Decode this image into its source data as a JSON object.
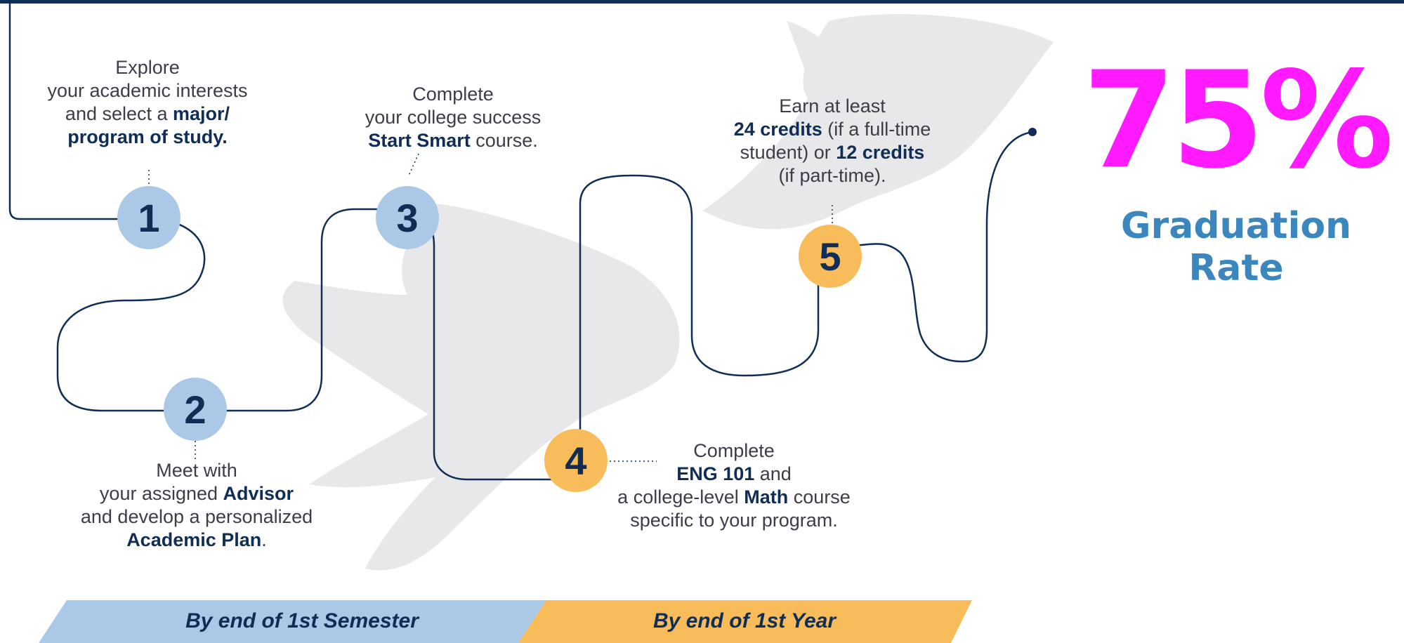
{
  "steps": [
    {
      "number": "1",
      "color": "#abc8e7",
      "lines": [
        {
          "parts": [
            {
              "t": "Explore",
              "b": false
            }
          ]
        },
        {
          "parts": [
            {
              "t": "your academic interests",
              "b": false
            }
          ]
        },
        {
          "parts": [
            {
              "t": "and select a ",
              "b": false
            },
            {
              "t": "major/",
              "b": true
            }
          ]
        },
        {
          "parts": [
            {
              "t": "program of study.",
              "b": true
            }
          ]
        }
      ]
    },
    {
      "number": "2",
      "color": "#abc8e7",
      "lines": [
        {
          "parts": [
            {
              "t": "Meet with",
              "b": false
            }
          ]
        },
        {
          "parts": [
            {
              "t": "your assigned ",
              "b": false
            },
            {
              "t": "Advisor",
              "b": true
            }
          ]
        },
        {
          "parts": [
            {
              "t": "and develop a personalized",
              "b": false
            }
          ]
        },
        {
          "parts": [
            {
              "t": "Academic Plan",
              "b": true
            },
            {
              "t": ".",
              "b": false
            }
          ]
        }
      ]
    },
    {
      "number": "3",
      "color": "#abc8e7",
      "lines": [
        {
          "parts": [
            {
              "t": "Complete",
              "b": false
            }
          ]
        },
        {
          "parts": [
            {
              "t": "your college success",
              "b": false
            }
          ]
        },
        {
          "parts": [
            {
              "t": "Start Smart",
              "b": true
            },
            {
              "t": " course.",
              "b": false
            }
          ]
        }
      ]
    },
    {
      "number": "4",
      "color": "#f8bd5a",
      "lines": [
        {
          "parts": [
            {
              "t": "Complete",
              "b": false
            }
          ]
        },
        {
          "parts": [
            {
              "t": "ENG 101",
              "b": true
            },
            {
              "t": " and",
              "b": false
            }
          ]
        },
        {
          "parts": [
            {
              "t": "a college-level ",
              "b": false
            },
            {
              "t": "Math",
              "b": true
            },
            {
              "t": " course",
              "b": false
            }
          ]
        },
        {
          "parts": [
            {
              "t": "specific to your program.",
              "b": false
            }
          ]
        }
      ]
    },
    {
      "number": "5",
      "color": "#f8bd5a",
      "lines": [
        {
          "parts": [
            {
              "t": "Earn at least",
              "b": false
            }
          ]
        },
        {
          "parts": [
            {
              "t": "24 credits",
              "b": true
            },
            {
              "t": " (if a full-time",
              "b": false
            }
          ]
        },
        {
          "parts": [
            {
              "t": "student) or ",
              "b": false
            },
            {
              "t": "12 credits",
              "b": true
            }
          ]
        },
        {
          "parts": [
            {
              "t": "(if part-time).",
              "b": false
            }
          ]
        }
      ]
    }
  ],
  "stat": {
    "value": "75%",
    "label": "Graduation Rate",
    "value_color": "#ff1aff",
    "label_color": "#3b87bd"
  },
  "timeline": [
    {
      "label": "By end of 1st Semester",
      "color": "#abc8e7"
    },
    {
      "label": "By end of 1st Year",
      "color": "#f8bd5a"
    }
  ],
  "colors": {
    "navy": "#0f2d55",
    "path": "#0f2d55",
    "bird": "#e6e6e6"
  }
}
